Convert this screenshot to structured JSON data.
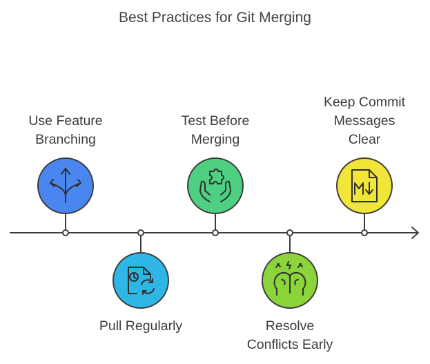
{
  "title": "Best Practices for Git Merging",
  "steps": [
    {
      "label": "Use Feature\nBranching",
      "icon": "branching-arrows-icon",
      "color": "#4a86f0",
      "position": "above"
    },
    {
      "label": "Pull Regularly",
      "icon": "sync-document-icon",
      "color": "#2eb6e6",
      "position": "below"
    },
    {
      "label": "Test Before\nMerging",
      "icon": "puzzle-hands-icon",
      "color": "#4fcf82",
      "position": "above"
    },
    {
      "label": "Resolve\nConflicts Early",
      "icon": "stressed-head-icon",
      "color": "#8bd43a",
      "position": "below"
    },
    {
      "label": "Keep Commit\nMessages\nClear",
      "icon": "markdown-file-icon",
      "color": "#f2e53a",
      "position": "above"
    }
  ]
}
